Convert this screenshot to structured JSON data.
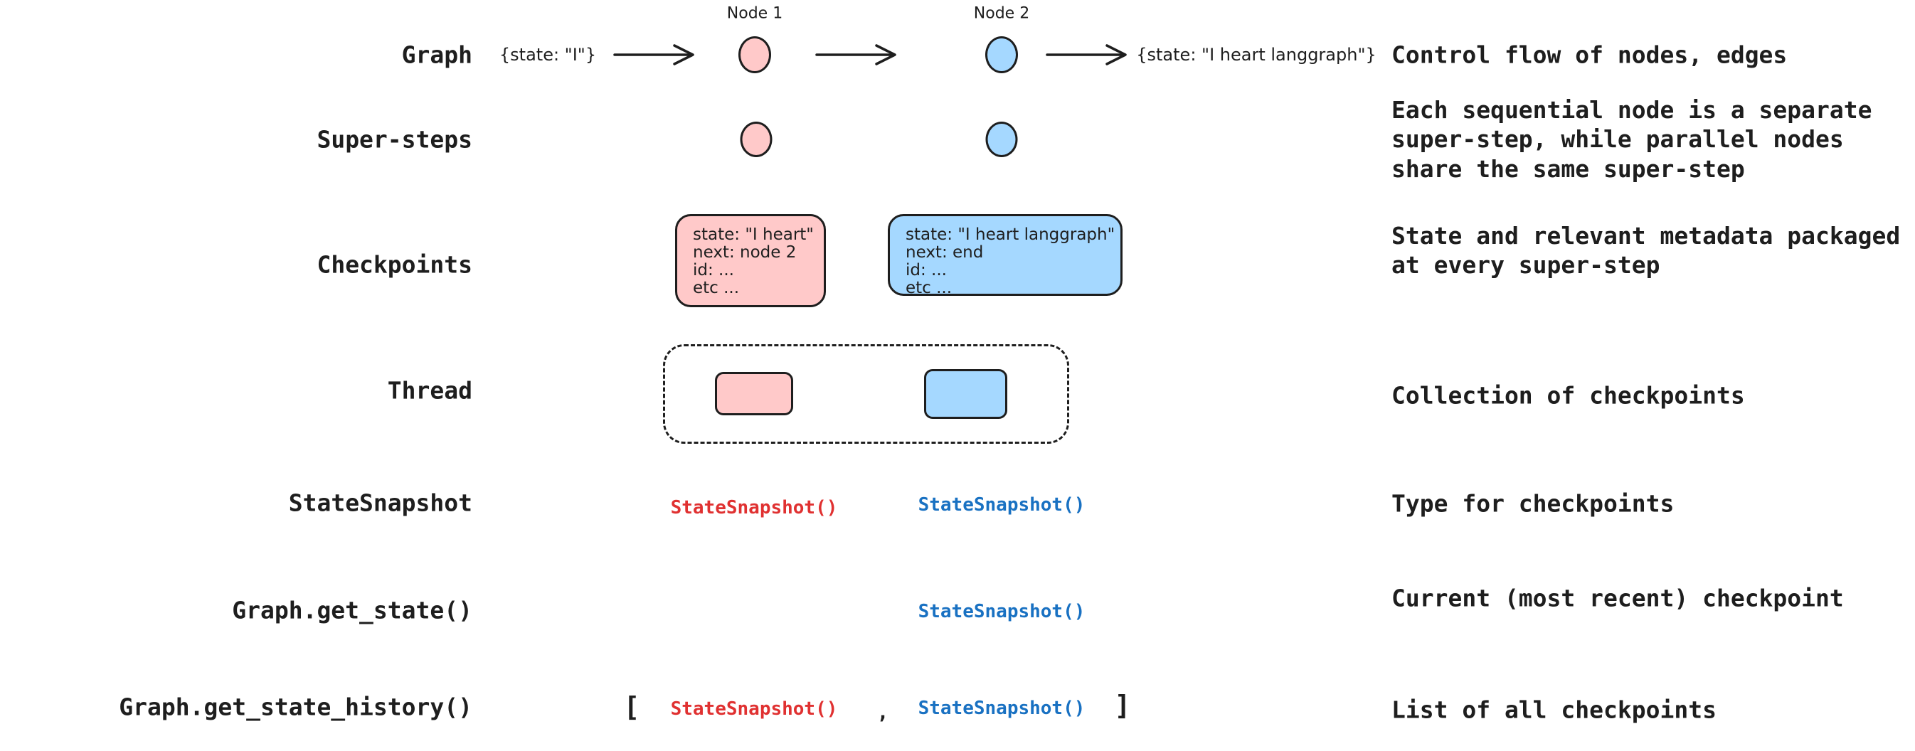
{
  "colors": {
    "pink_fill": "#ffc9c9",
    "blue_fill": "#a5d8ff",
    "stroke": "#1e1e1e",
    "red_code": "#e03131",
    "blue_code": "#1971c2",
    "text": "#1e1e1e",
    "background": "#ffffff"
  },
  "rows": {
    "graph": {
      "label": "Graph",
      "input_state": "{state: \"I\"}",
      "node1_label": "Node 1",
      "node2_label": "Node 2",
      "output_state": "{state: \"I heart langgraph\"}",
      "description": "Control flow of nodes, edges"
    },
    "super_steps": {
      "label": "Super-steps",
      "description": "Each sequential node is a separate super-step, while parallel nodes share the same super-step"
    },
    "checkpoints": {
      "label": "Checkpoints",
      "pink_box": {
        "lines": [
          "state: \"I heart\"",
          "next: node 2",
          "id: ...",
          "etc ..."
        ]
      },
      "blue_box": {
        "lines": [
          "state: \"I heart langgraph\"",
          "next: end",
          "id: ...",
          "etc ..."
        ]
      },
      "description": "State and relevant metadata packaged at every super-step"
    },
    "thread": {
      "label": "Thread",
      "description": "Collection of checkpoints"
    },
    "state_snapshot": {
      "label": "StateSnapshot",
      "red_code": "StateSnapshot()",
      "blue_code": "StateSnapshot()",
      "description": "Type for checkpoints"
    },
    "get_state": {
      "label": "Graph.get_state()",
      "blue_code": "StateSnapshot()",
      "description": "Current (most recent) checkpoint"
    },
    "get_state_history": {
      "label": "Graph.get_state_history()",
      "bracket_open": "[",
      "red_code": "StateSnapshot()",
      "comma": ",",
      "blue_code": "StateSnapshot()",
      "bracket_close": "]",
      "description": "List of all checkpoints"
    }
  }
}
